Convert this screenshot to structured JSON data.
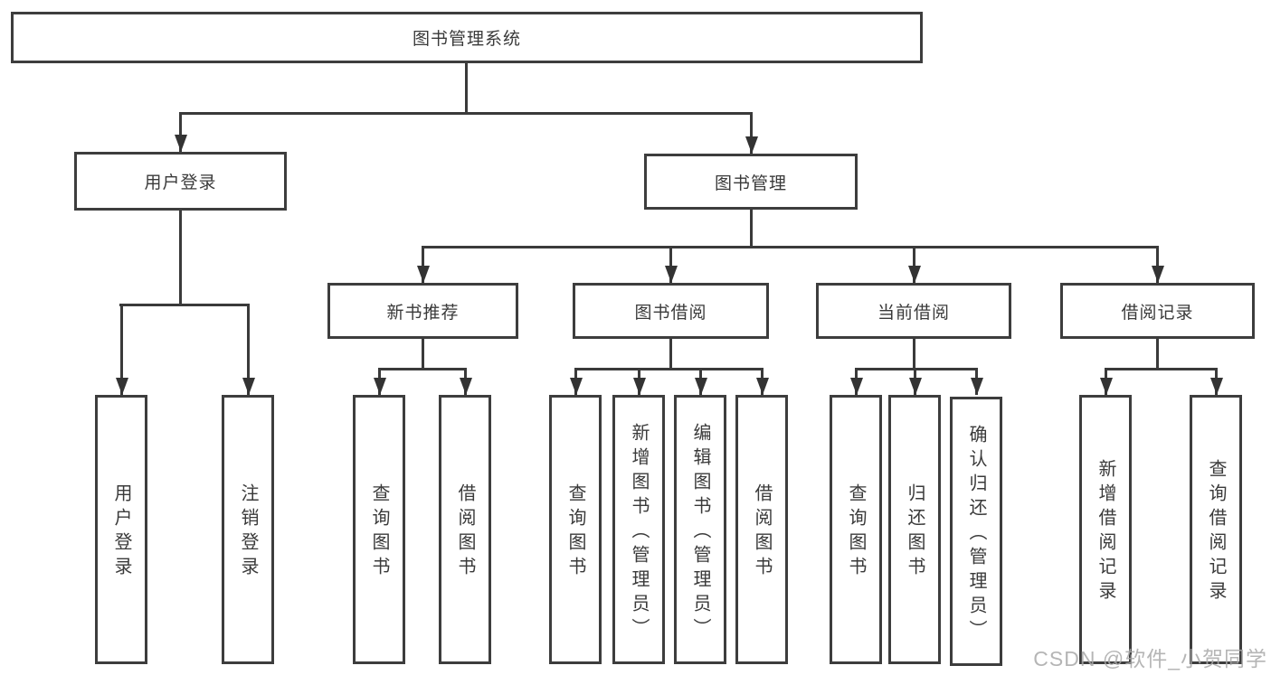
{
  "diagram": {
    "tree": {
      "label": "图书管理系统",
      "children": [
        {
          "label": "用户登录",
          "children": [
            {
              "label": "用户登录"
            },
            {
              "label": "注销登录"
            }
          ]
        },
        {
          "label": "图书管理",
          "children": [
            {
              "label": "新书推荐",
              "children": [
                {
                  "label": "查询图书"
                },
                {
                  "label": "借阅图书"
                }
              ]
            },
            {
              "label": "图书借阅",
              "children": [
                {
                  "label": "查询图书"
                },
                {
                  "label": "新增图书（管理员）"
                },
                {
                  "label": "编辑图书（管理员）"
                },
                {
                  "label": "借阅图书"
                }
              ]
            },
            {
              "label": "当前借阅",
              "children": [
                {
                  "label": "查询图书"
                },
                {
                  "label": "归还图书"
                },
                {
                  "label": "确认归还（管理员）"
                }
              ]
            },
            {
              "label": "借阅记录",
              "children": [
                {
                  "label": "新增借阅记录"
                },
                {
                  "label": "查询借阅记录"
                }
              ]
            }
          ]
        }
      ]
    },
    "colors": {
      "line": "#3a3a3a",
      "text": "#3a3a3a",
      "watermark": "#a8a8a8"
    }
  },
  "watermark": "CSDN @软件_小贺同学"
}
